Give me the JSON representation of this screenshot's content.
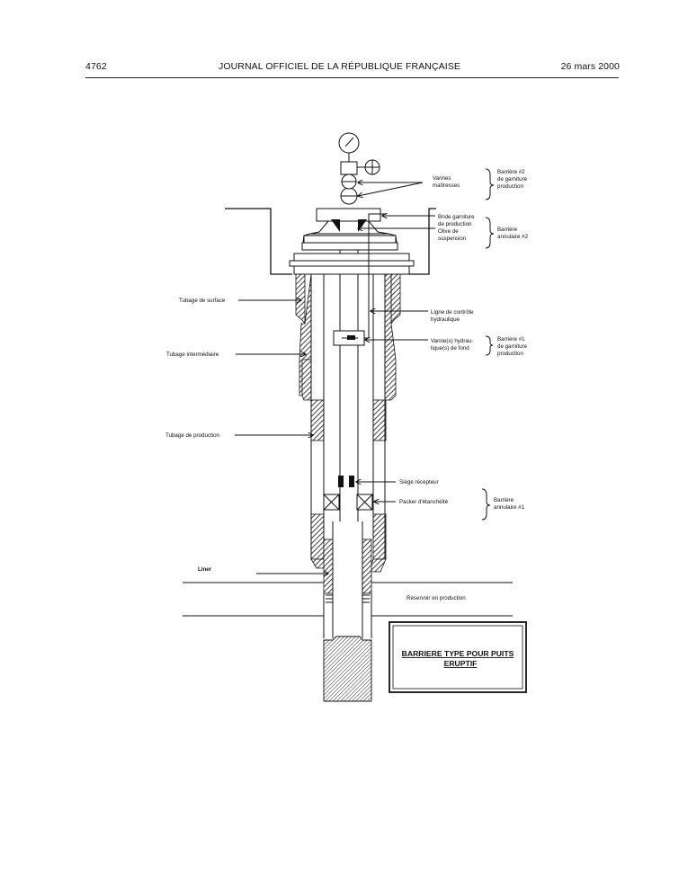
{
  "header": {
    "page_number": "4762",
    "journal_title": "JOURNAL OFFICIEL DE LA RÉPUBLIQUE FRANÇAISE",
    "date": "26 mars 2000"
  },
  "diagram": {
    "labels_left": {
      "surface_casing": "Tubage de surface",
      "intermediate_casing": "Tubage intermédiaire",
      "production_casing": "Tubage de production",
      "liner": "Liner"
    },
    "master_valves": [
      "Vannes",
      "maîtresses"
    ],
    "barrier_2_production": [
      "Barrière #2",
      "de garniture",
      "production"
    ],
    "tubing_head": [
      "Bride garniture",
      "de production",
      "Olive de",
      "suspension"
    ],
    "annular_barrier_2": [
      "Barrière",
      "annulaire #2"
    ],
    "control_line": [
      "Ligne de contrôle",
      "hydraulique"
    ],
    "downhole_valve": [
      "Vanne(s) hydrau-",
      "lique(s) de fond"
    ],
    "barrier_1_production": [
      "Barrière #1",
      "de garniture",
      "production"
    ],
    "landing_nipple": "Siège récepteur",
    "packer": "Packer d'étanchéité",
    "annular_barrier_1": [
      "Barrière",
      "annulaire #1"
    ],
    "reservoir": "Réservoir en production",
    "title_box": [
      "BARRIERE TYPE POUR PUITS",
      "ERUPTIF"
    ]
  }
}
